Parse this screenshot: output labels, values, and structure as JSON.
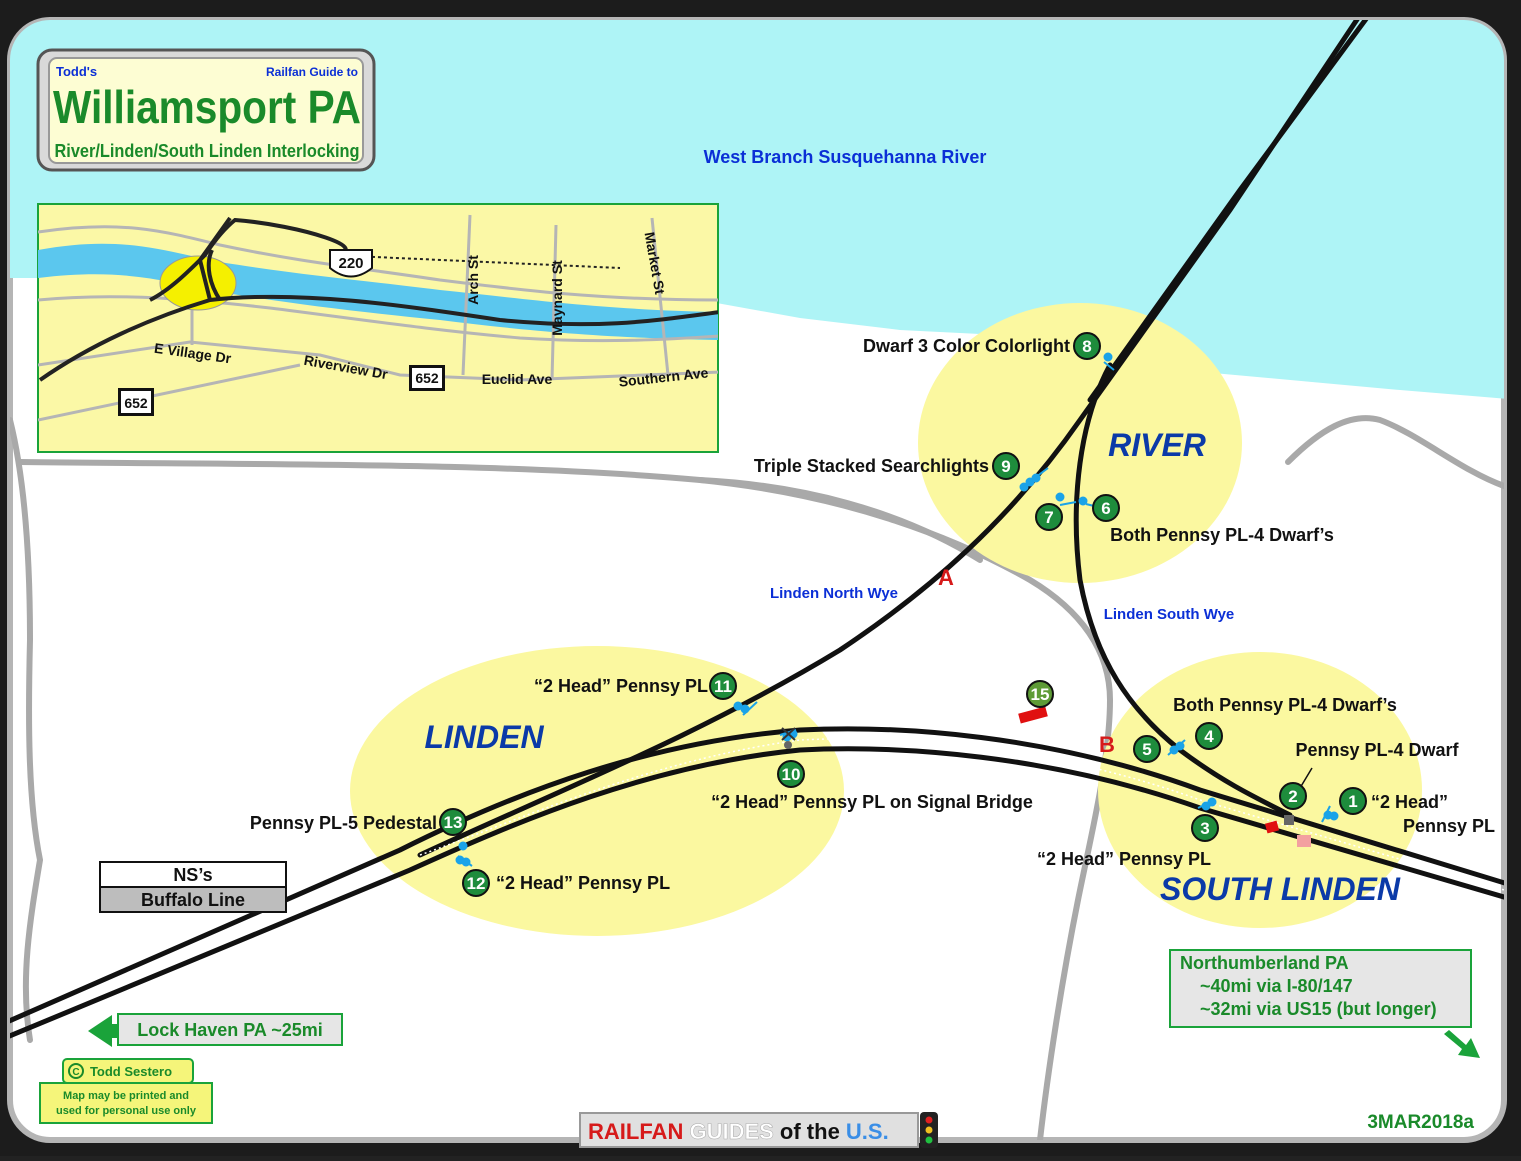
{
  "title_sign": {
    "author": "Todd's",
    "guide": "Railfan Guide to",
    "city": "Williamsport PA",
    "subtitle": "River/Linden/South Linden Interlocking"
  },
  "river_label": "West Branch Susquehanna River",
  "inset": {
    "streets": [
      "Arch St",
      "Maynard St",
      "Market St",
      "E Village Dr",
      "Riverview Dr",
      "Euclid Ave",
      "Southern Ave"
    ],
    "shields": [
      "220",
      "652",
      "652"
    ]
  },
  "interlockings": [
    "RIVER",
    "LINDEN",
    "SOUTH LINDEN"
  ],
  "wye_labels": [
    "Linden North Wye",
    "Linden South Wye"
  ],
  "point_labels": [
    "A",
    "B"
  ],
  "signals": [
    {
      "num": "1",
      "desc": "“2 Head”",
      "desc2": "Pennsy PL"
    },
    {
      "num": "2",
      "desc": "Pennsy PL-4 Dwarf"
    },
    {
      "num": "3",
      "desc": "“2 Head” Pennsy PL"
    },
    {
      "num": "4",
      "desc": "Both Pennsy PL-4 Dwarf’s"
    },
    {
      "num": "5",
      "desc": ""
    },
    {
      "num": "6",
      "desc": "Both Pennsy PL-4 Dwarf’s"
    },
    {
      "num": "7",
      "desc": ""
    },
    {
      "num": "8",
      "desc": "Dwarf 3 Color Colorlight"
    },
    {
      "num": "9",
      "desc": "Triple Stacked Searchlights"
    },
    {
      "num": "10",
      "desc": "“2 Head” Pennsy PL on Signal Bridge"
    },
    {
      "num": "11",
      "desc": "“2 Head” Pennsy PL"
    },
    {
      "num": "12",
      "desc": "“2 Head” Pennsy PL"
    },
    {
      "num": "13",
      "desc": "Pennsy PL-5 Pedestal"
    },
    {
      "num": "15",
      "desc": ""
    }
  ],
  "ns_line": {
    "line1": "NS’s",
    "line2": "Buffalo Line"
  },
  "directions": {
    "west": "Lock Haven PA ~25mi",
    "south_title": "Northumberland PA",
    "south_l1": "~40mi via I-80/147",
    "south_l2": "~32mi via US15 (but longer)"
  },
  "credit": {
    "name": "Todd Sestero",
    "note1": "Map may be printed and",
    "note2": "used for personal use only"
  },
  "brand": {
    "railfan": "RAILFAN ",
    "guides": "GUIDES ",
    "of_the": "of the ",
    "us": "U.S."
  },
  "version": "3MAR2018a",
  "colors": {
    "water": "#aef4f6",
    "highlight": "#fbf8a0",
    "inset_bg": "#fbf8a6",
    "number_badge": "#1e8c3c",
    "signal": "#1aa3e8",
    "label_blue": "#0b2fd6",
    "label_red": "#d61a1a"
  }
}
